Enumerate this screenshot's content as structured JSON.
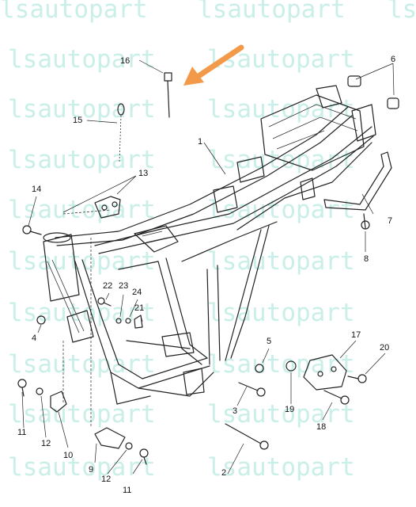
{
  "watermark": {
    "text": "lsautopart",
    "color": "#c9efe8"
  },
  "arrow_color": "#f29a4a",
  "callouts": {
    "c1": "1",
    "c2": "2",
    "c3": "3",
    "c4": "4",
    "c5": "5",
    "c6": "6",
    "c7": "7",
    "c8": "8",
    "c9": "9",
    "c10": "10",
    "c11a": "11",
    "c11b": "11",
    "c12a": "12",
    "c12b": "12",
    "c13": "13",
    "c14": "14",
    "c15": "15",
    "c16": "16",
    "c17": "17",
    "c18": "18",
    "c19": "19",
    "c20": "20",
    "c21": "21",
    "c22": "22",
    "c23": "23",
    "c24": "24"
  }
}
